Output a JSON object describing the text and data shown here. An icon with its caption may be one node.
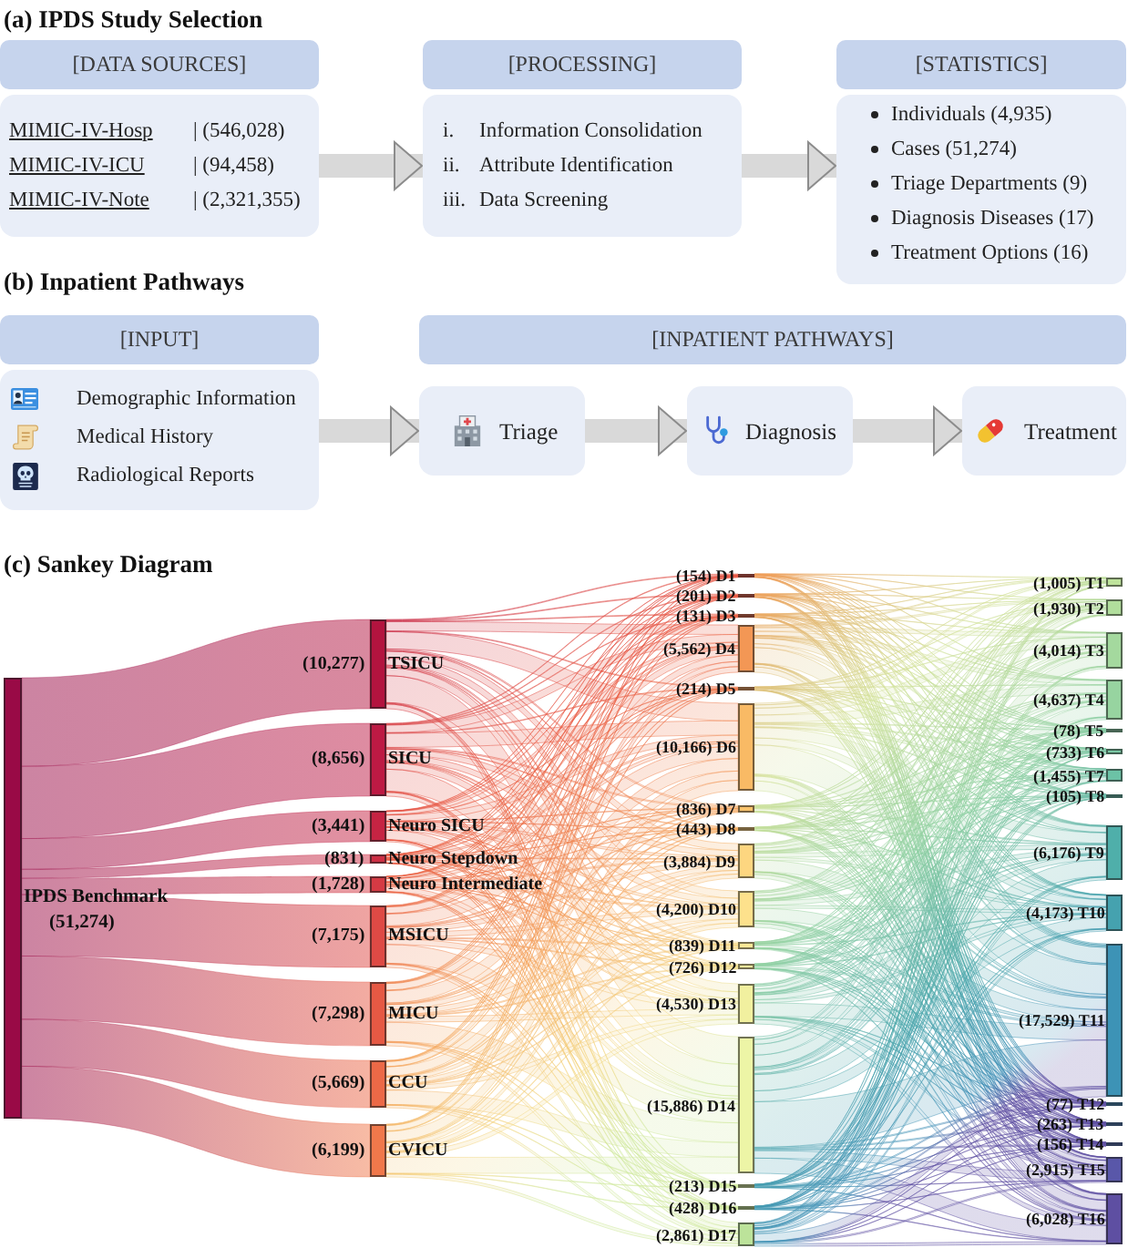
{
  "diagram": {
    "nodes": [
      {
        "text": [
          "[DATA SOURCES]"
        ]
      },
      {
        "text": [
          "MIMIC-IV-Hosp",
          "| (546,028)",
          "MIMIC-IV-ICU",
          "| (94,458)",
          "MIMIC-IV-Note",
          "| (2,321,355)"
        ]
      },
      {
        "text": [
          "[PROCESSING]"
        ]
      },
      {
        "text": [
          "i.",
          "Information Consolidation",
          "ii.",
          "Attribute Identification",
          "iii.",
          "Data Screening"
        ]
      },
      {
        "text": [
          "[STATISTICS]"
        ]
      },
      {
        "text": [
          "Individuals (4,935)",
          "Cases (51,274)",
          "Triage Departments (9)",
          "Diagnosis Diseases (17)",
          "Treatment Options (16)"
        ]
      },
      {
        "text": [
          "[INPUT]"
        ]
      },
      {
        "text": [
          "Demographic Information",
          "Medical History",
          "Radiological Reports"
        ]
      },
      {
        "text": [
          "[INPATIENT PATHWAYS]"
        ]
      },
      {
        "text": [
          "Triage"
        ]
      },
      {
        "text": [
          "Diagnosis"
        ]
      },
      {
        "text": [
          "Treatment"
        ]
      },
      {
        "text": [
          "IPDS Benchmark"
        ],
        "beside": [
          "(51,274)"
        ]
      },
      {
        "text": [
          "TSICU"
        ],
        "beside": [
          "(10,277)"
        ]
      },
      {
        "text": [
          "SICU"
        ],
        "beside": [
          "(8,656)"
        ]
      },
      {
        "text": [
          "Neuro SICU"
        ],
        "beside": [
          "(3,441)"
        ]
      },
      {
        "text": [
          "Neuro Stepdown"
        ]
      },
      {
        "text": [
          "Neuro Intermediate"
        ],
        "beside": [
          "(1,728)"
        ]
      },
      {
        "text": [
          "MSICU"
        ],
        "beside": [
          "(7,175)"
        ]
      },
      {
        "text": [
          "MICU"
        ],
        "beside": [
          "(7,298)"
        ]
      },
      {
        "text": [
          "CCU"
        ],
        "beside": [
          "(5,669)"
        ]
      },
      {
        "text": [
          "CVICU"
        ],
        "beside": [
          "(6,199)"
        ]
      },
      {
        "text": [
          "(154) D1"
        ]
      },
      {
        "text": [
          "(201) D2"
        ]
      },
      {
        "text": [
          "(131) D3"
        ]
      },
      {
        "text": [
          "(5,562) D4"
        ]
      },
      {
        "text": [
          "(214) D5"
        ]
      },
      {
        "text": [
          "(10,166) D6"
        ]
      },
      {
        "text": [
          "(836) D7"
        ]
      },
      {
        "text": [
          "(443) D8"
        ]
      },
      {
        "text": [
          "(3,884) D9"
        ]
      },
      {
        "text": [
          "(4,200) D10"
        ]
      },
      {
        "text": [
          "(839) D11"
        ]
      },
      {
        "text": [
          "(726) D12"
        ]
      },
      {
        "text": [
          "(4,530) D13"
        ]
      },
      {
        "text": [
          "(15,886) D14"
        ]
      },
      {
        "text": [
          "(213) D15"
        ]
      },
      {
        "text": [
          "(428) D16"
        ]
      },
      {
        "text": [
          "(2,861) D17"
        ]
      },
      {
        "text": [
          "(1,005) T1"
        ]
      },
      {
        "text": [
          "(1,930) T2"
        ]
      },
      {
        "text": [
          "(4,014) T3"
        ]
      },
      {
        "text": [
          "(4,637) T4"
        ]
      },
      {
        "text": [
          "(78) T5"
        ]
      },
      {
        "text": [
          "(733) T6"
        ]
      },
      {
        "text": [
          "(1,455) T7"
        ]
      },
      {
        "text": [
          "(105) T8"
        ]
      },
      {
        "text": [
          "(6,176) T9"
        ]
      },
      {
        "text": [
          "(4,173) T10"
        ]
      },
      {
        "text": [
          "(17,529) T11"
        ]
      },
      {
        "text": [
          "(77) T12"
        ]
      },
      {
        "text": [
          "(263) T13"
        ]
      },
      {
        "text": [
          "(156) T14"
        ]
      },
      {
        "text": [
          "(2,915) T15"
        ]
      },
      {
        "text": [
          "(6,028) T16"
        ]
      }
    ],
    "edges": [
      {
        "from": 1,
        "to": 3,
        "arrow": "to"
      },
      {
        "from": 3,
        "to": 5,
        "arrow": "to"
      },
      {
        "from": 7,
        "to": 9,
        "arrow": "to"
      },
      {
        "from": 9,
        "to": 10,
        "arrow": "to"
      },
      {
        "from": 10,
        "to": 11,
        "arrow": "to"
      },
      {
        "from": 12,
        "to": 13,
        "arrow": "none"
      },
      {
        "from": 12,
        "to": 14,
        "arrow": "none"
      },
      {
        "from": 12,
        "to": 15,
        "arrow": "none"
      },
      {
        "from": 12,
        "to": 16,
        "arrow": "none"
      },
      {
        "from": 12,
        "to": 17,
        "arrow": "none"
      },
      {
        "from": 12,
        "to": 18,
        "arrow": "none"
      },
      {
        "from": 12,
        "to": 19,
        "arrow": "none"
      },
      {
        "from": 12,
        "to": 20,
        "arrow": "none"
      },
      {
        "from": 12,
        "to": 21,
        "arrow": "none"
      }
    ],
    "labels": [
      "(a) IPDS Study Selection",
      "(b) Inpatient Pathways",
      "(c) Sankey Diagram",
      "(831)"
    ]
  }
}
